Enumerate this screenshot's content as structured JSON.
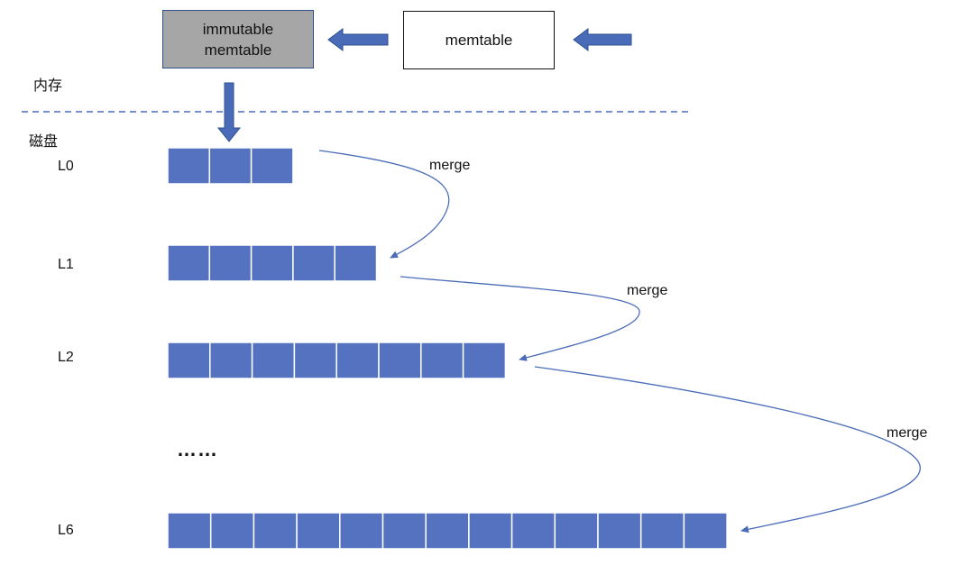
{
  "memory": {
    "immutable_memtable": [
      "immutable",
      "memtable"
    ],
    "memtable": "memtable",
    "zone_label": "内存"
  },
  "disk": {
    "zone_label": "磁盘",
    "levels": [
      {
        "label": "L0",
        "blocks": 3
      },
      {
        "label": "L1",
        "blocks": 5
      },
      {
        "label": "L2",
        "blocks": 8
      },
      {
        "label": "L6",
        "blocks": 13
      }
    ],
    "ellipsis": "……"
  },
  "merge_labels": [
    "merge",
    "merge",
    "merge"
  ],
  "colors": {
    "block_fill": "#5572c0",
    "block_stroke": "#ffffff",
    "arrow_fill": "#4a6cb8",
    "dashed_line": "#4a6cb8",
    "curve": "#4a6cb8",
    "immutable_fill": "#a6a6a6"
  }
}
